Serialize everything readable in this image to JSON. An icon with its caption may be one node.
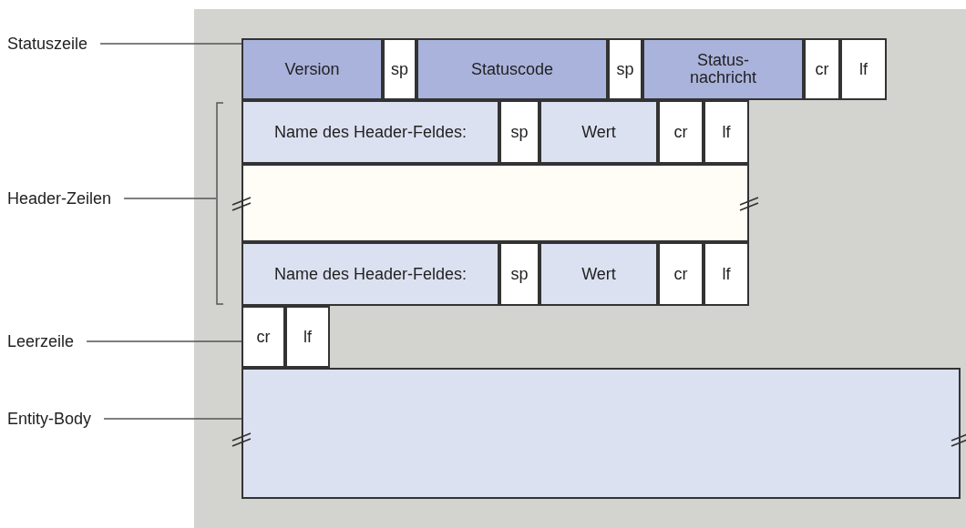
{
  "diagram": {
    "nodes": [
      {
        "text": [
          "Statuszeile"
        ]
      },
      {
        "text": [],
        "shape": "box"
      },
      {
        "text": [
          "Version"
        ],
        "in": 1
      },
      {
        "text": [
          "sp"
        ],
        "in": 1
      },
      {
        "text": [
          "Statuscode"
        ],
        "in": 1
      },
      {
        "text": [
          "sp"
        ],
        "in": 1
      },
      {
        "text": [
          "Status- nachricht"
        ],
        "in": 1
      },
      {
        "text": [
          "cr"
        ],
        "in": 1
      },
      {
        "text": [
          "lf"
        ],
        "in": 1
      },
      {
        "text": [
          "Header-Zeilen"
        ]
      },
      {
        "text": [
          "Name des Header-Feldes:"
        ]
      },
      {
        "text": [
          "sp"
        ]
      },
      {
        "text": [
          "Wert"
        ]
      },
      {
        "text": [
          "cr"
        ]
      },
      {
        "text": [
          "lf"
        ]
      },
      {
        "text": [],
        "shape": "box"
      },
      {
        "text": [
          "Name des Header-Feldes:"
        ]
      },
      {
        "text": [
          "sp"
        ]
      },
      {
        "text": [
          "Wert"
        ]
      },
      {
        "text": [
          "cr"
        ]
      },
      {
        "text": [
          "lf"
        ]
      },
      {
        "text": [
          "Leerzeile"
        ]
      },
      {
        "text": [
          "cr"
        ]
      },
      {
        "text": [
          "lf"
        ]
      },
      {
        "text": [
          "Entity-Body"
        ]
      },
      {
        "text": [],
        "shape": "box"
      }
    ],
    "edges": [
      {
        "from": 0,
        "to": 1,
        "arrow": "none"
      },
      {
        "from": 9,
        "to": null,
        "arrow": "none"
      },
      {
        "from": 21,
        "to": 22,
        "arrow": "none"
      },
      {
        "from": 24,
        "to": 25,
        "arrow": "none"
      }
    ]
  }
}
